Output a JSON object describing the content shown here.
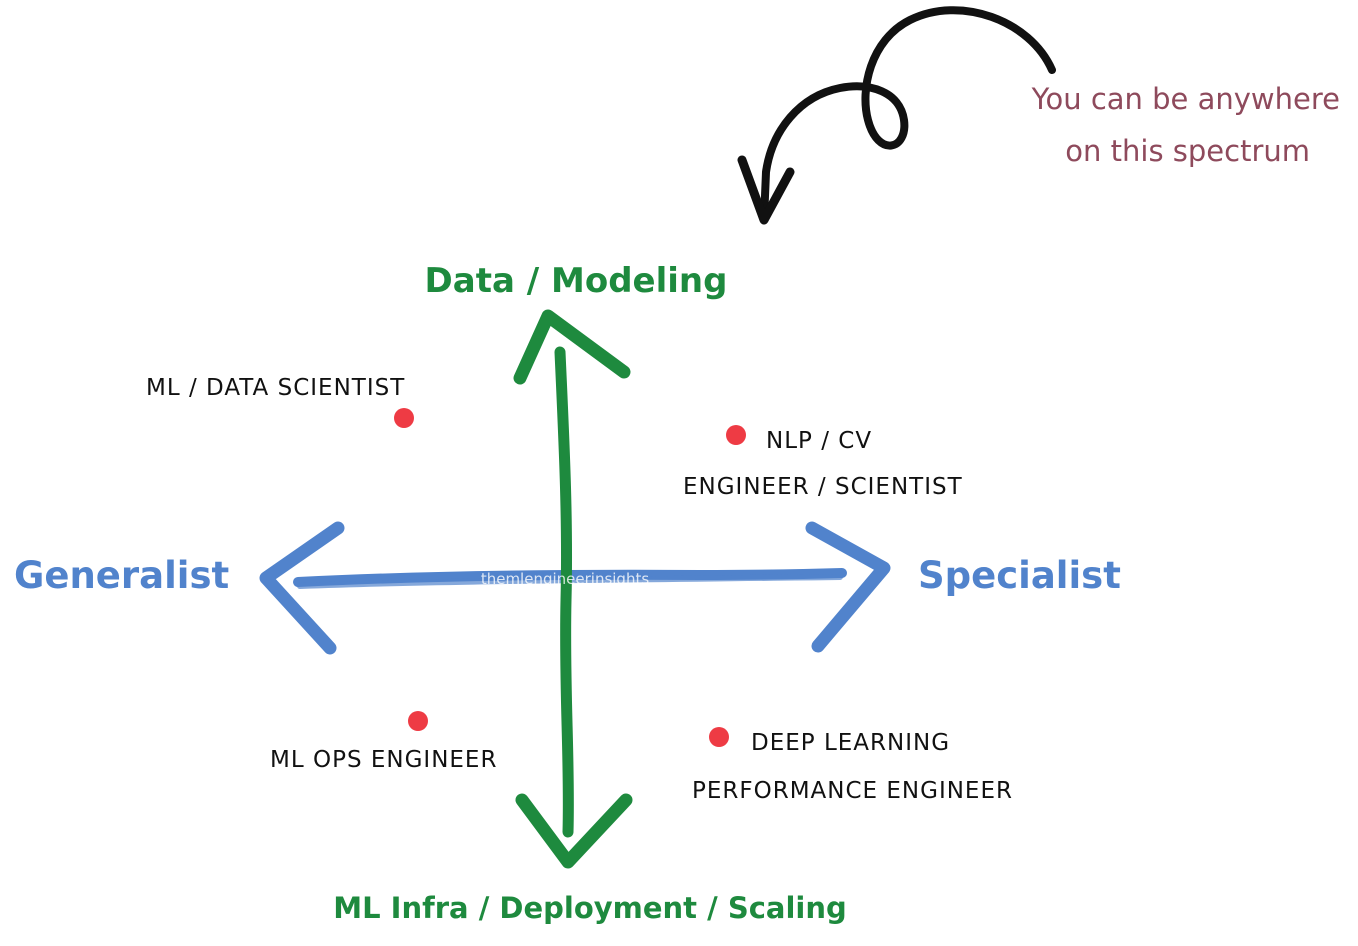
{
  "axes": {
    "top": "Data / Modeling",
    "bottom": "ML Infra / Deployment / Scaling",
    "left": "Generalist",
    "right": "Specialist"
  },
  "roles": [
    {
      "lines": [
        "ML / DATA SCIENTIST"
      ]
    },
    {
      "lines": [
        "NLP / CV",
        "ENGINEER / SCIENTIST"
      ]
    },
    {
      "lines": [
        "ML OPS ENGINEER"
      ]
    },
    {
      "lines": [
        "DEEP LEARNING",
        "PERFORMANCE ENGINEER"
      ]
    }
  ],
  "note": {
    "lines": [
      "You can be anywhere",
      "on this spectrum"
    ]
  },
  "watermark": "themlengineerinsights",
  "colors": {
    "vertical_axis": "#1e8a3e",
    "horizontal_axis": "#5183cc",
    "dot": "#ee3b44",
    "note": "#8e4a5c",
    "curly_arrow": "#111111",
    "text": "#111111"
  }
}
